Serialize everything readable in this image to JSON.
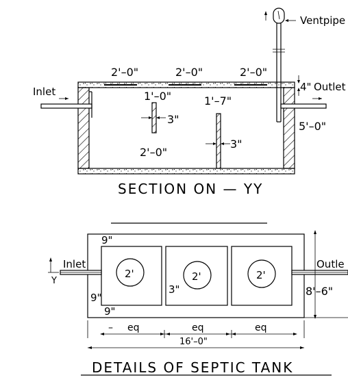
{
  "section": {
    "title": "SECTION ON  —  YY",
    "inlet": "Inlet",
    "ventpipe": "Ventpipe",
    "outlet_size": "4\"",
    "outlet": "Outlet",
    "slab_dims": [
      "2'–0\"",
      "2'–0\"",
      "2'–0\""
    ],
    "baffle1_top": "1'–0\"",
    "baffle1_thk": "3\"",
    "baffle1_bot": "2'–0\"",
    "baffle2_top": "1'–7\"",
    "baffle2_thk": "3\"",
    "depth": "5'–0\""
  },
  "plan": {
    "title": "DETAILS  OF  SEPTIC  TANK",
    "inlet": "Inlet",
    "outlet": "Outle",
    "section_mark": "Y",
    "wall_top": "9\"",
    "wall_left": "9\"",
    "wall_bottom": "9\"",
    "partition": "3\"",
    "width": "8'–6\"",
    "chambers": [
      "2'",
      "2'",
      "2'"
    ],
    "spacing": [
      "eq",
      "eq",
      "eq"
    ],
    "length": "16'–0\""
  }
}
